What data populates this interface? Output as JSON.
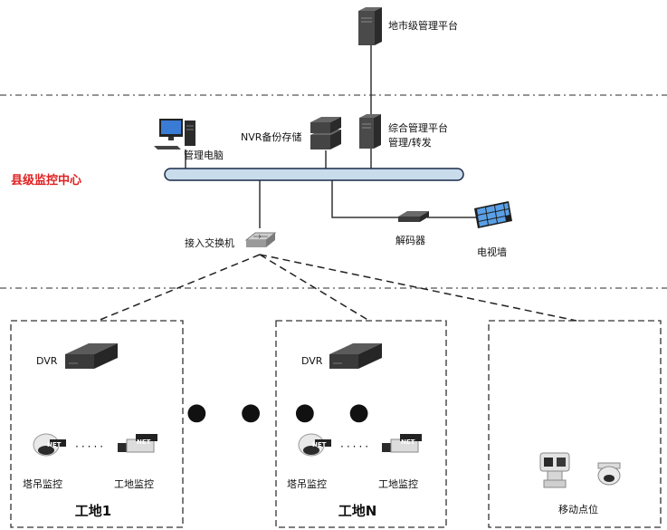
{
  "labels": {
    "city_platform": "地市级管理平台",
    "mgmt_pc": "管理电脑",
    "nvr_backup": "NVR备份存储",
    "integrated_platform_line1": "综合管理平台",
    "integrated_platform_line2": "管理/转发",
    "county_center": "县级监控中心",
    "access_switch": "接入交换机",
    "decoder": "解码器",
    "tv_wall": "电视墙"
  },
  "sites": [
    {
      "title": "工地1",
      "dvr": "DVR",
      "cam_left": "塔吊监控",
      "cam_right": "工地监控",
      "badge": "NET",
      "ellipsis": "·····"
    },
    {
      "title": "工地N",
      "dvr": "DVR",
      "cam_left": "塔吊监控",
      "cam_right": "工地监控",
      "badge": "NET",
      "ellipsis": "·····"
    }
  ],
  "mobile": {
    "label": "移动点位"
  },
  "between_sites": "● ● ● ●",
  "colors": {
    "zone_label": "#e02020",
    "bus_fill": "#c8dcec",
    "bus_stroke": "#1b2a4a",
    "device_dark": "#3d3d3d",
    "line": "#333333"
  },
  "icons": {
    "city_platform": "tower-server-icon",
    "mgmt_pc": "desktop-computer-icon",
    "nvr_backup": "nvr-storage-icon",
    "integrated_platform": "tower-server-icon",
    "access_switch": "network-switch-icon",
    "decoder": "decoder-box-icon",
    "tv_wall": "video-wall-icon",
    "dvr": "dvr-recorder-icon",
    "dome_camera": "dome-camera-icon",
    "box_camera": "box-camera-icon",
    "ptz_camera": "ptz-camera-icon"
  }
}
